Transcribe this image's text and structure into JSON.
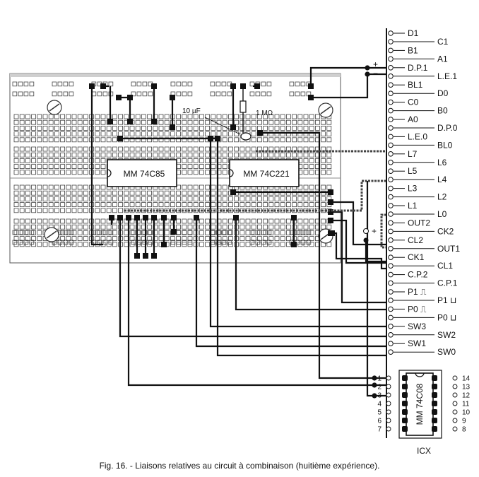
{
  "caption": "Fig. 16. - Liaisons relatives au circuit à combinaison (huitième expérience).",
  "breadboard": {
    "ics": [
      {
        "id": "u1",
        "label": "MM 74C85"
      },
      {
        "id": "u2",
        "label": "MM 74C221"
      }
    ],
    "capacitor_label": "10 µF",
    "resistor_label": "1 MΩ"
  },
  "connector": {
    "left_labels": [
      "D1",
      "B1",
      "D.P.1",
      "BL1",
      "C0",
      "A0",
      "L.E.0",
      "L7",
      "L5",
      "L3",
      "L1",
      "OUT2",
      "CL2",
      "CK1",
      "C.P.2",
      "P1 ⎍",
      "P0 ⎍",
      "SW3",
      "SW1"
    ],
    "right_labels": [
      "C1",
      "A1",
      "L.E.1",
      "D0",
      "B0",
      "D.P.0",
      "BL0",
      "L6",
      "L4",
      "L2",
      "L0",
      "CK2",
      "OUT1",
      "CL1",
      "C.P.1",
      "P1 ⊔",
      "P0 ⊔",
      "SW2",
      "SW0"
    ],
    "power_plus": "+",
    "power_minus": "−",
    "aux_plus": "+"
  },
  "icx": {
    "label": "ICX",
    "chip_label": "MM 74C08",
    "left_pins": [
      "1",
      "2",
      "3",
      "4",
      "5",
      "6",
      "7"
    ],
    "right_pins": [
      "14",
      "13",
      "12",
      "11",
      "10",
      "9",
      "8"
    ]
  }
}
